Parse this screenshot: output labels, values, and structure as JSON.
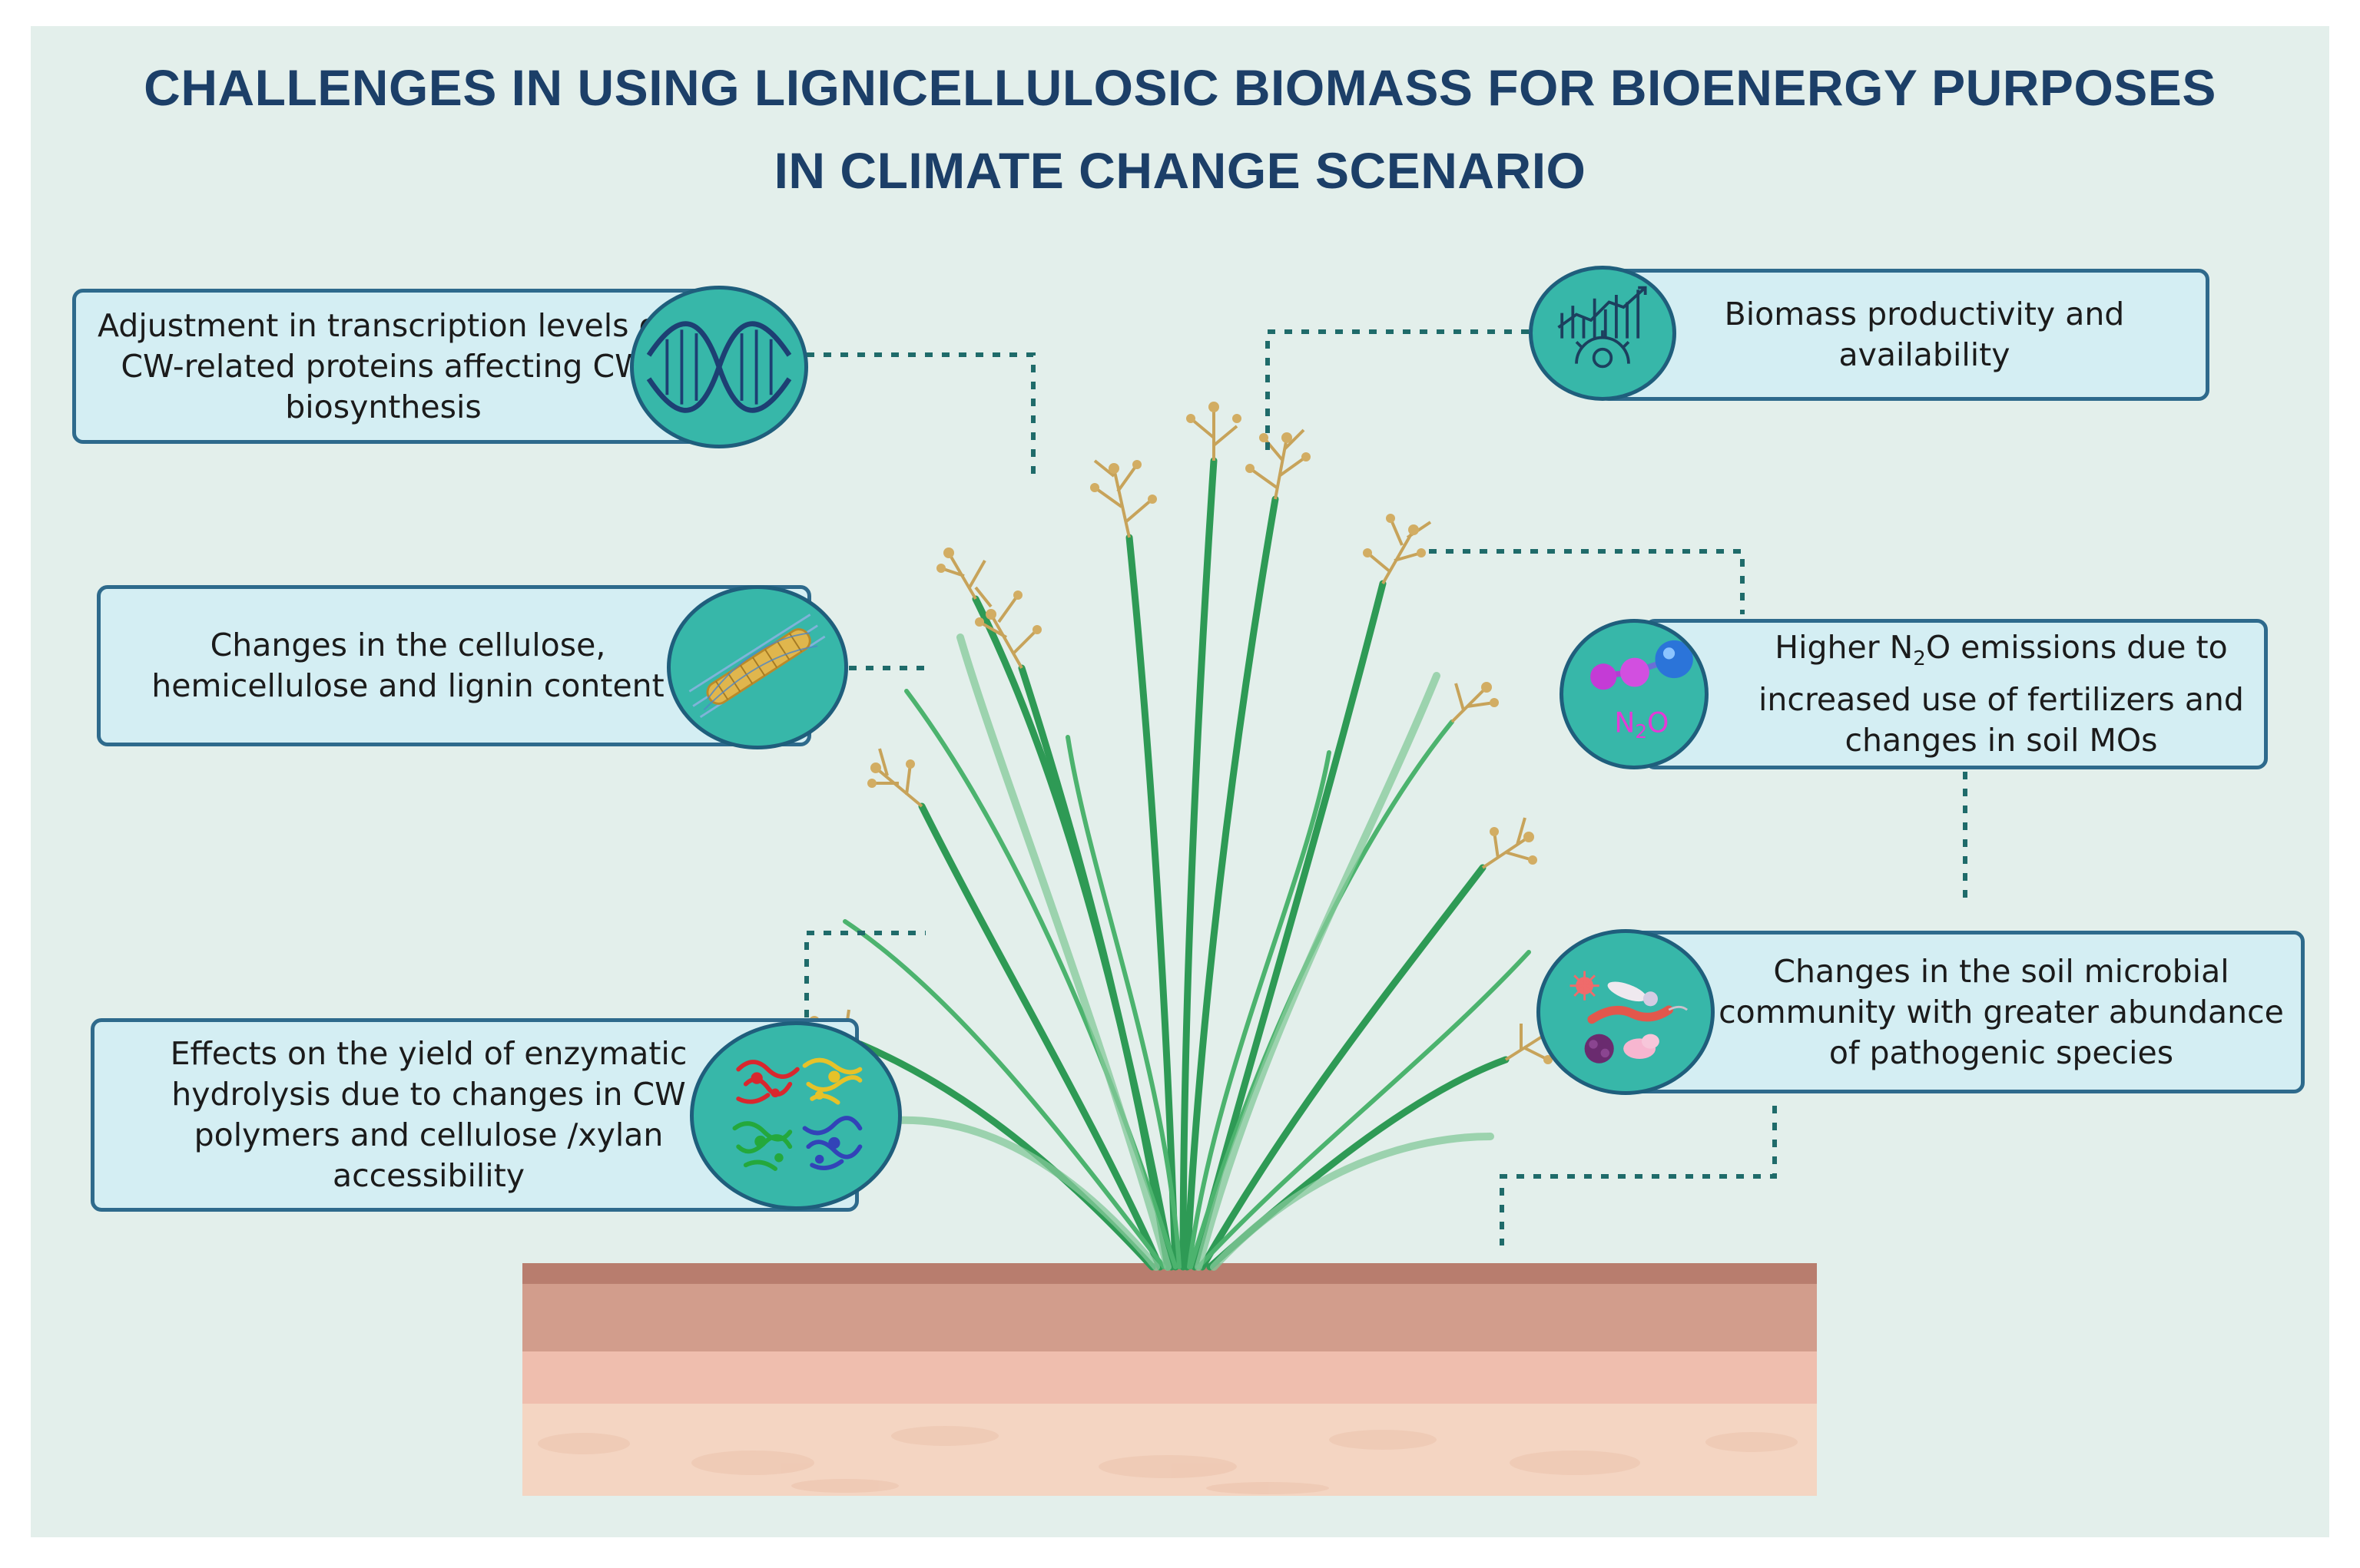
{
  "title": {
    "line1": "CHALLENGES IN USING LIGNICELLULOSIC BIOMASS FOR BIOENERGY PURPOSES",
    "line2": "IN CLIMATE CHANGE SCENARIO"
  },
  "callouts": {
    "transcription": {
      "text": "Adjustment in transcription levels of CW-related proteins affecting CW biosynthesis",
      "icon": "dna-icon"
    },
    "cellulose": {
      "text": "Changes in the cellulose, hemicellulose and lignin content",
      "icon": "cellulose-fiber-icon"
    },
    "hydrolysis": {
      "text": "Effects on the yield of enzymatic hydrolysis due to changes in CW polymers and cellulose /xylan accessibility",
      "icon": "enzyme-protein-icon"
    },
    "productivity": {
      "text": "Biomass productivity and availability",
      "icon": "growth-chart-icon"
    },
    "n2o": {
      "text_before": "Higher N",
      "text_sub": "2",
      "text_after": "O emissions due to increased use of fertilizers and changes in soil MOs",
      "icon": "n2o-molecule-icon",
      "icon_label_main": "N",
      "icon_label_sub": "2",
      "icon_label_end": "O"
    },
    "microbial": {
      "text": "Changes in the soil microbial community with greater abundance of pathogenic species",
      "icon": "microbes-icon"
    }
  },
  "colors": {
    "background": "#e3efeb",
    "title": "#1c3f68",
    "callout_fill": "#d4eef3",
    "callout_border": "#2e6a8c",
    "badge_fill": "#37b7a9",
    "connector": "#1f6b6a",
    "grass": "#2e9a55",
    "seed_heads": "#c7a35a"
  }
}
